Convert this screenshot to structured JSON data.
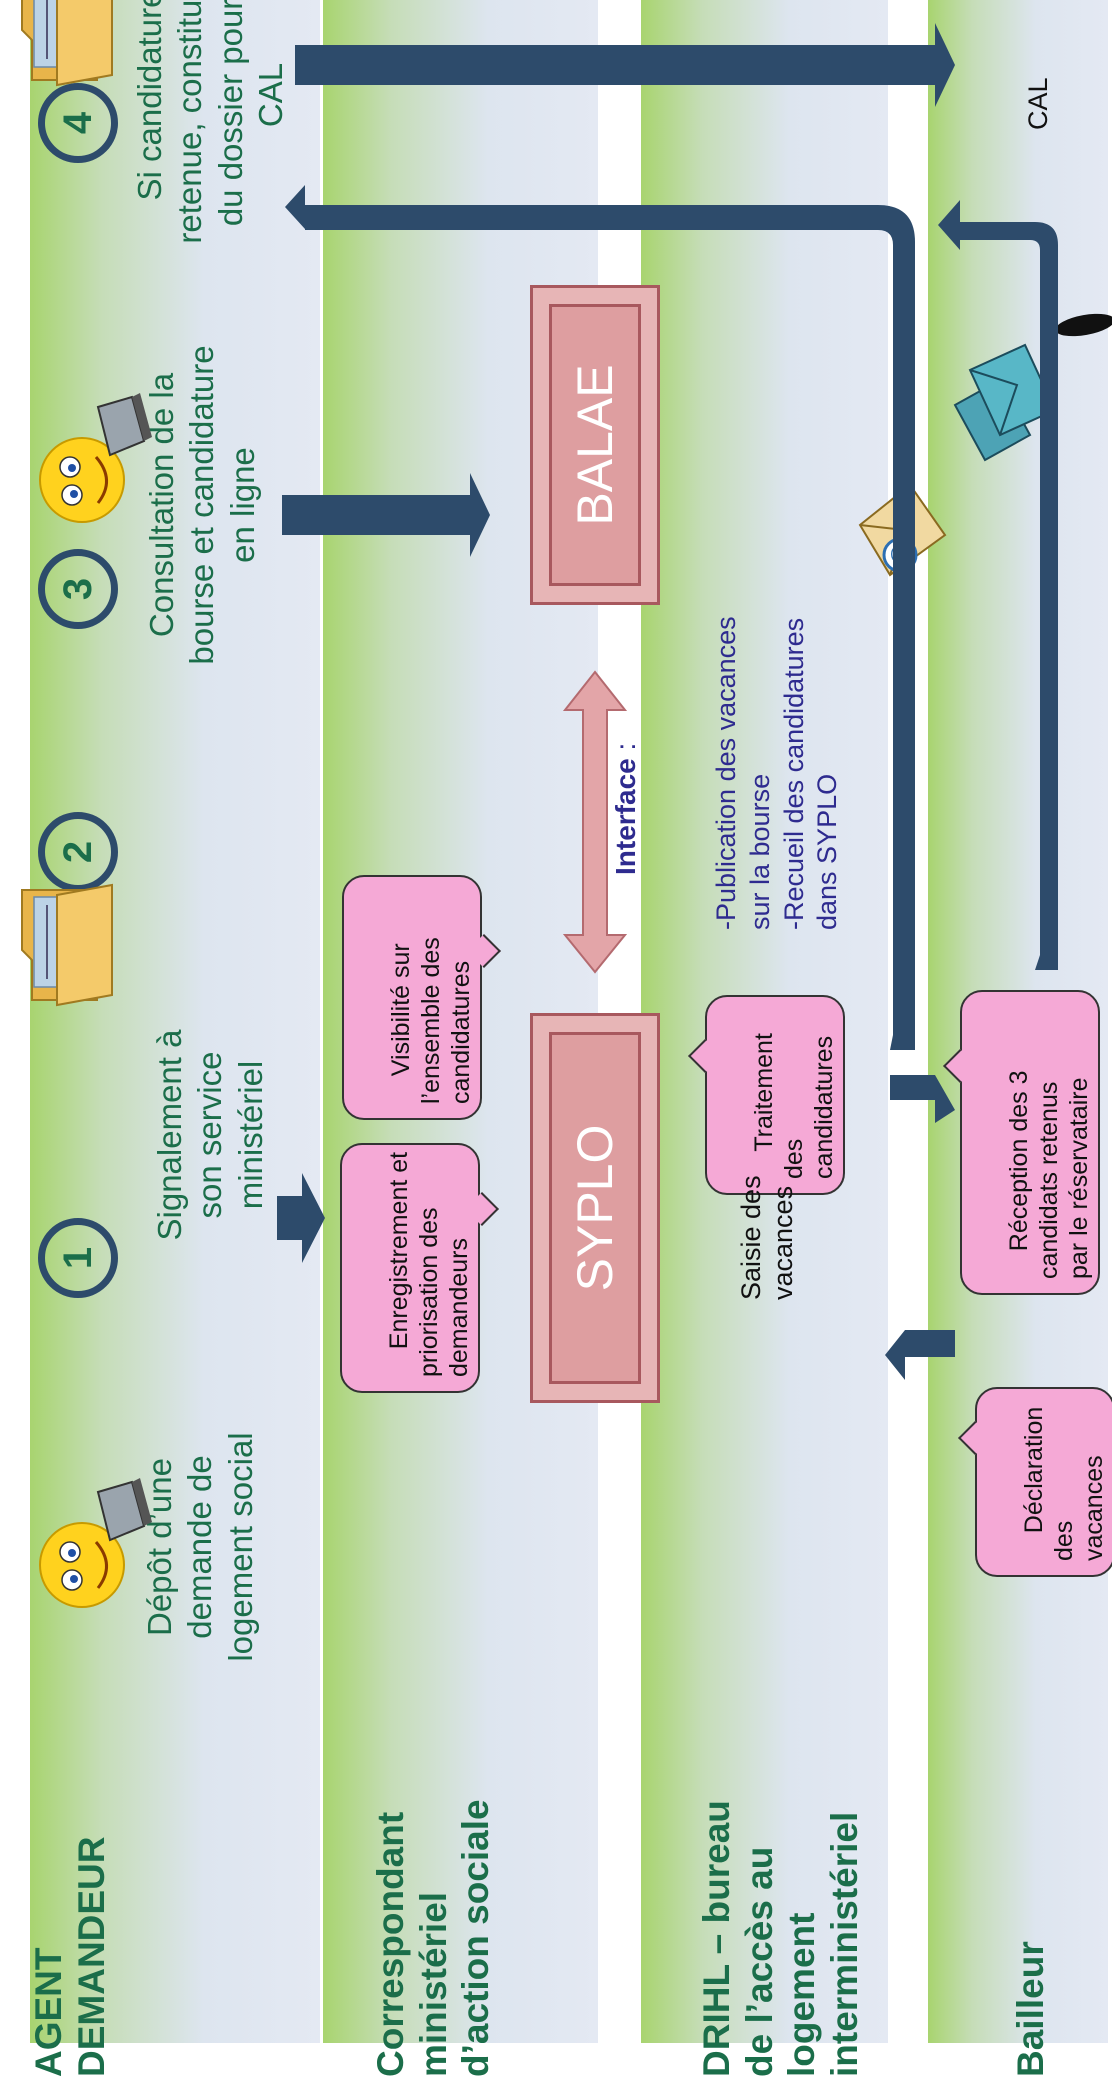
{
  "lanes": {
    "agent": "AGENT\nDEMANDEUR",
    "correspondant": "Correspondant\nministériel\nd’action sociale",
    "drihl": "DRIHL – bureau\nde l’accès au\nlogement\ninterministériel",
    "bailleur": "Bailleur"
  },
  "steps": [
    {
      "number": "1",
      "text": "Dépôt d’une\ndemande de\nlogement social",
      "icon": "smiley-laptop-icon"
    },
    {
      "number": "2",
      "text": "Signalement à\nson service\nministériel",
      "icon": "folder-icon"
    },
    {
      "number": "3",
      "text": "Consultation de la\nbourse et candidature\nen ligne",
      "icon": "smiley-laptop-icon"
    },
    {
      "number": "4",
      "text": "Si candidature\nretenue, constitution\ndu dossier pour la\nCAL",
      "icon": "folder-icon"
    }
  ],
  "callouts": {
    "enregistrement": "Enregistrement et\npriorisation des\ndemandeurs",
    "visibilite": "Visibilité sur\nl’ensemble des\ncandidatures",
    "traitement": "Traitement\ndes\ncandidatures",
    "declaration": "Déclaration\ndes\nvacances",
    "reception": "Réception des 3\ncandidats retenus\npar le réservataire"
  },
  "systems": {
    "syplo": "SYPLO",
    "balae": "BALAE"
  },
  "labels": {
    "saisie": "Saisie des\nvacances",
    "cal": "CAL",
    "interface_title": "Interface",
    "interface_colon": " :",
    "interface_body": "-Publication des vacances\nsur la bourse\n-Recueil des candidatures\ndans SYPLO"
  },
  "colors": {
    "arrow": "#2d4b6b",
    "lane_green": "#a8d46f",
    "lane_blue": "#e4e9f3",
    "callout_pink": "#f5a9d6",
    "system_box": "#de9ea0",
    "step_text": "#1b6e4a",
    "interface_text": "#2e2b8f"
  }
}
